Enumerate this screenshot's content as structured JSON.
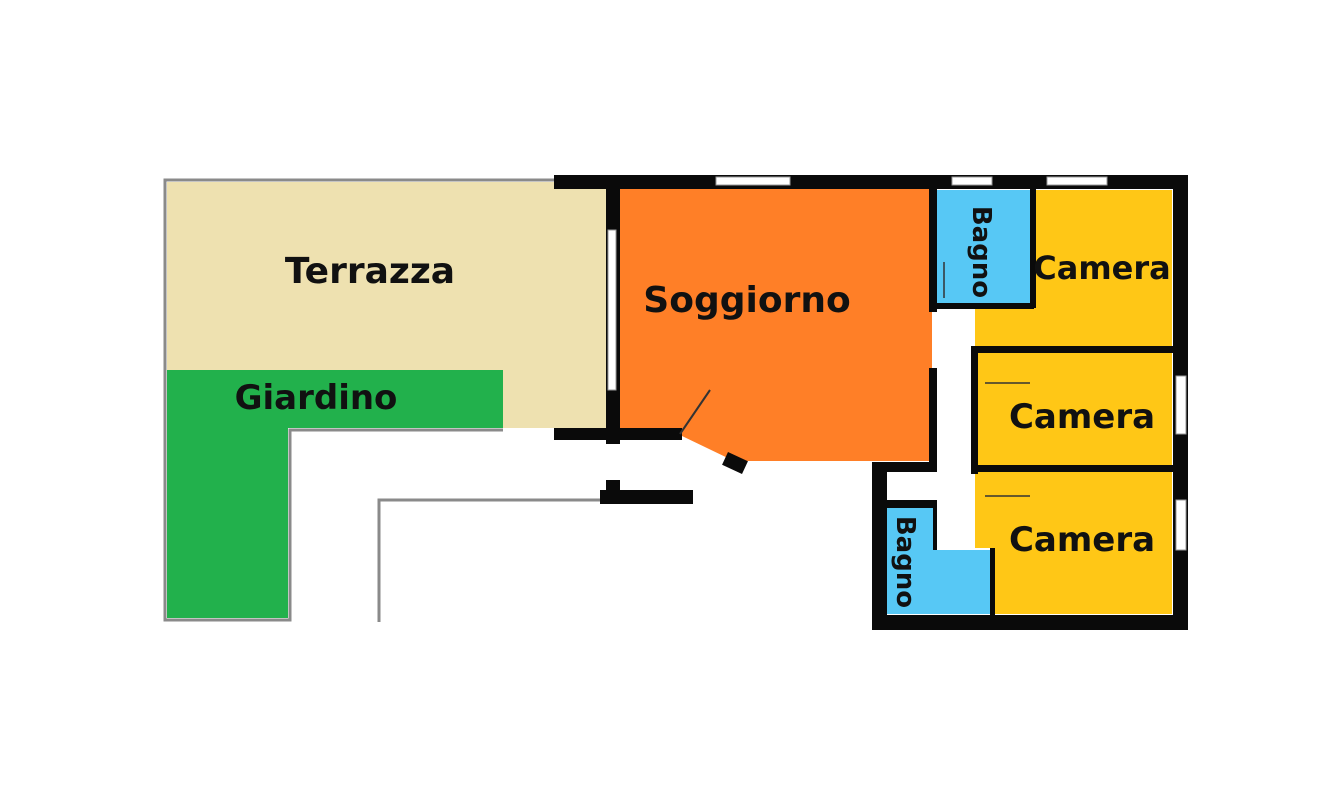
{
  "rooms": {
    "terrazza": {
      "label": "Terrazza",
      "color": "#EEE1B0"
    },
    "giardino": {
      "label": "Giardino",
      "color": "#22B14C"
    },
    "soggiorno": {
      "label": "Soggiorno",
      "color": "#FF7F27"
    },
    "bagno_1": {
      "label": "Bagno",
      "color": "#57C8F5"
    },
    "bagno_2": {
      "label": "Bagno",
      "color": "#57C8F5"
    },
    "camera_1": {
      "label": "Camera",
      "color": "#FFC716"
    },
    "camera_2": {
      "label": "Camera",
      "color": "#FFC716"
    },
    "camera_3": {
      "label": "Camera",
      "color": "#FFC716"
    }
  },
  "colors": {
    "wall": "#0a0a0a",
    "railing": "#8a8a8a",
    "background": "#ffffff"
  }
}
